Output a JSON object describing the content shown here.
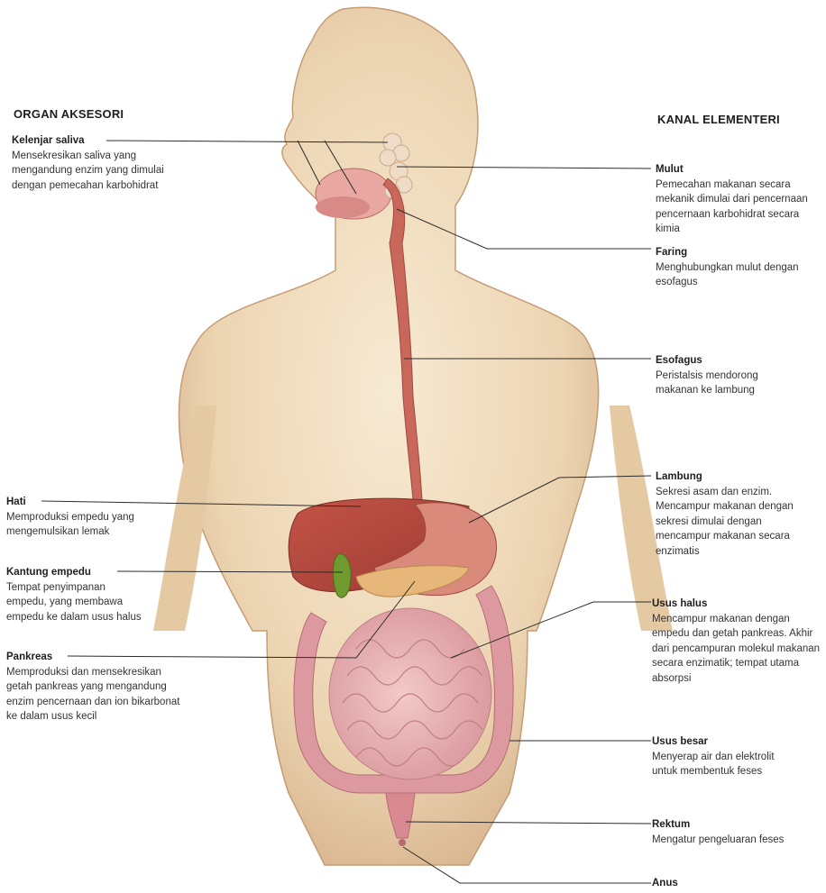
{
  "sections": {
    "left": "ORGAN AKSESORI",
    "right": "KANAL ELEMENTERI"
  },
  "left_labels": [
    {
      "title": "Kelenjar saliva",
      "desc": "Mensekresikan saliva yang mengandung enzim yang dimulai dengan pemecahan karbohidrat"
    },
    {
      "title": "Hati",
      "desc": "Memproduksi empedu yang mengemulsikan lemak"
    },
    {
      "title": "Kantung empedu",
      "desc": "Tempat penyimpanan empedu, yang membawa empedu ke dalam usus halus"
    },
    {
      "title": "Pankreas",
      "desc": "Memproduksi dan mensekresikan getah pankreas yang mengandung enzim pencernaan dan ion bikarbonat ke dalam usus kecil"
    }
  ],
  "right_labels": [
    {
      "title": "Mulut",
      "desc": "Pemecahan makanan secara mekanik dimulai dari pencernaan pencernaan karbohidrat secara kimia"
    },
    {
      "title": "Faring",
      "desc": "Menghubungkan mulut dengan esofagus"
    },
    {
      "title": "Esofagus",
      "desc": "Peristalsis mendorong makanan ke lambung"
    },
    {
      "title": "Lambung",
      "desc": "Sekresi asam dan enzim. Mencampur makanan dengan sekresi dimulai dengan mencampur makanan secara enzimatis"
    },
    {
      "title": "Usus halus",
      "desc": "Mencampur makanan dengan empedu dan getah pankreas. Akhir dari pencampuran molekul makanan secara enzimatik; tempat utama absorpsi"
    },
    {
      "title": "Usus besar",
      "desc": "Menyerap air dan elektrolit untuk membentuk feses"
    },
    {
      "title": "Rektum",
      "desc": "Mengatur pengeluaran feses"
    },
    {
      "title": "Anus",
      "desc": ""
    }
  ],
  "colors": {
    "skin": "#e9d2ad",
    "skin_shadow": "#c9a27a",
    "esophagus": "#c9685a",
    "liver": "#b8463c",
    "stomach": "#d98a7a",
    "gallbladder": "#6f9a2e",
    "pancreas": "#e7b77a",
    "intestine": "#e6b2b4",
    "leader_line": "#2b2b2b"
  }
}
